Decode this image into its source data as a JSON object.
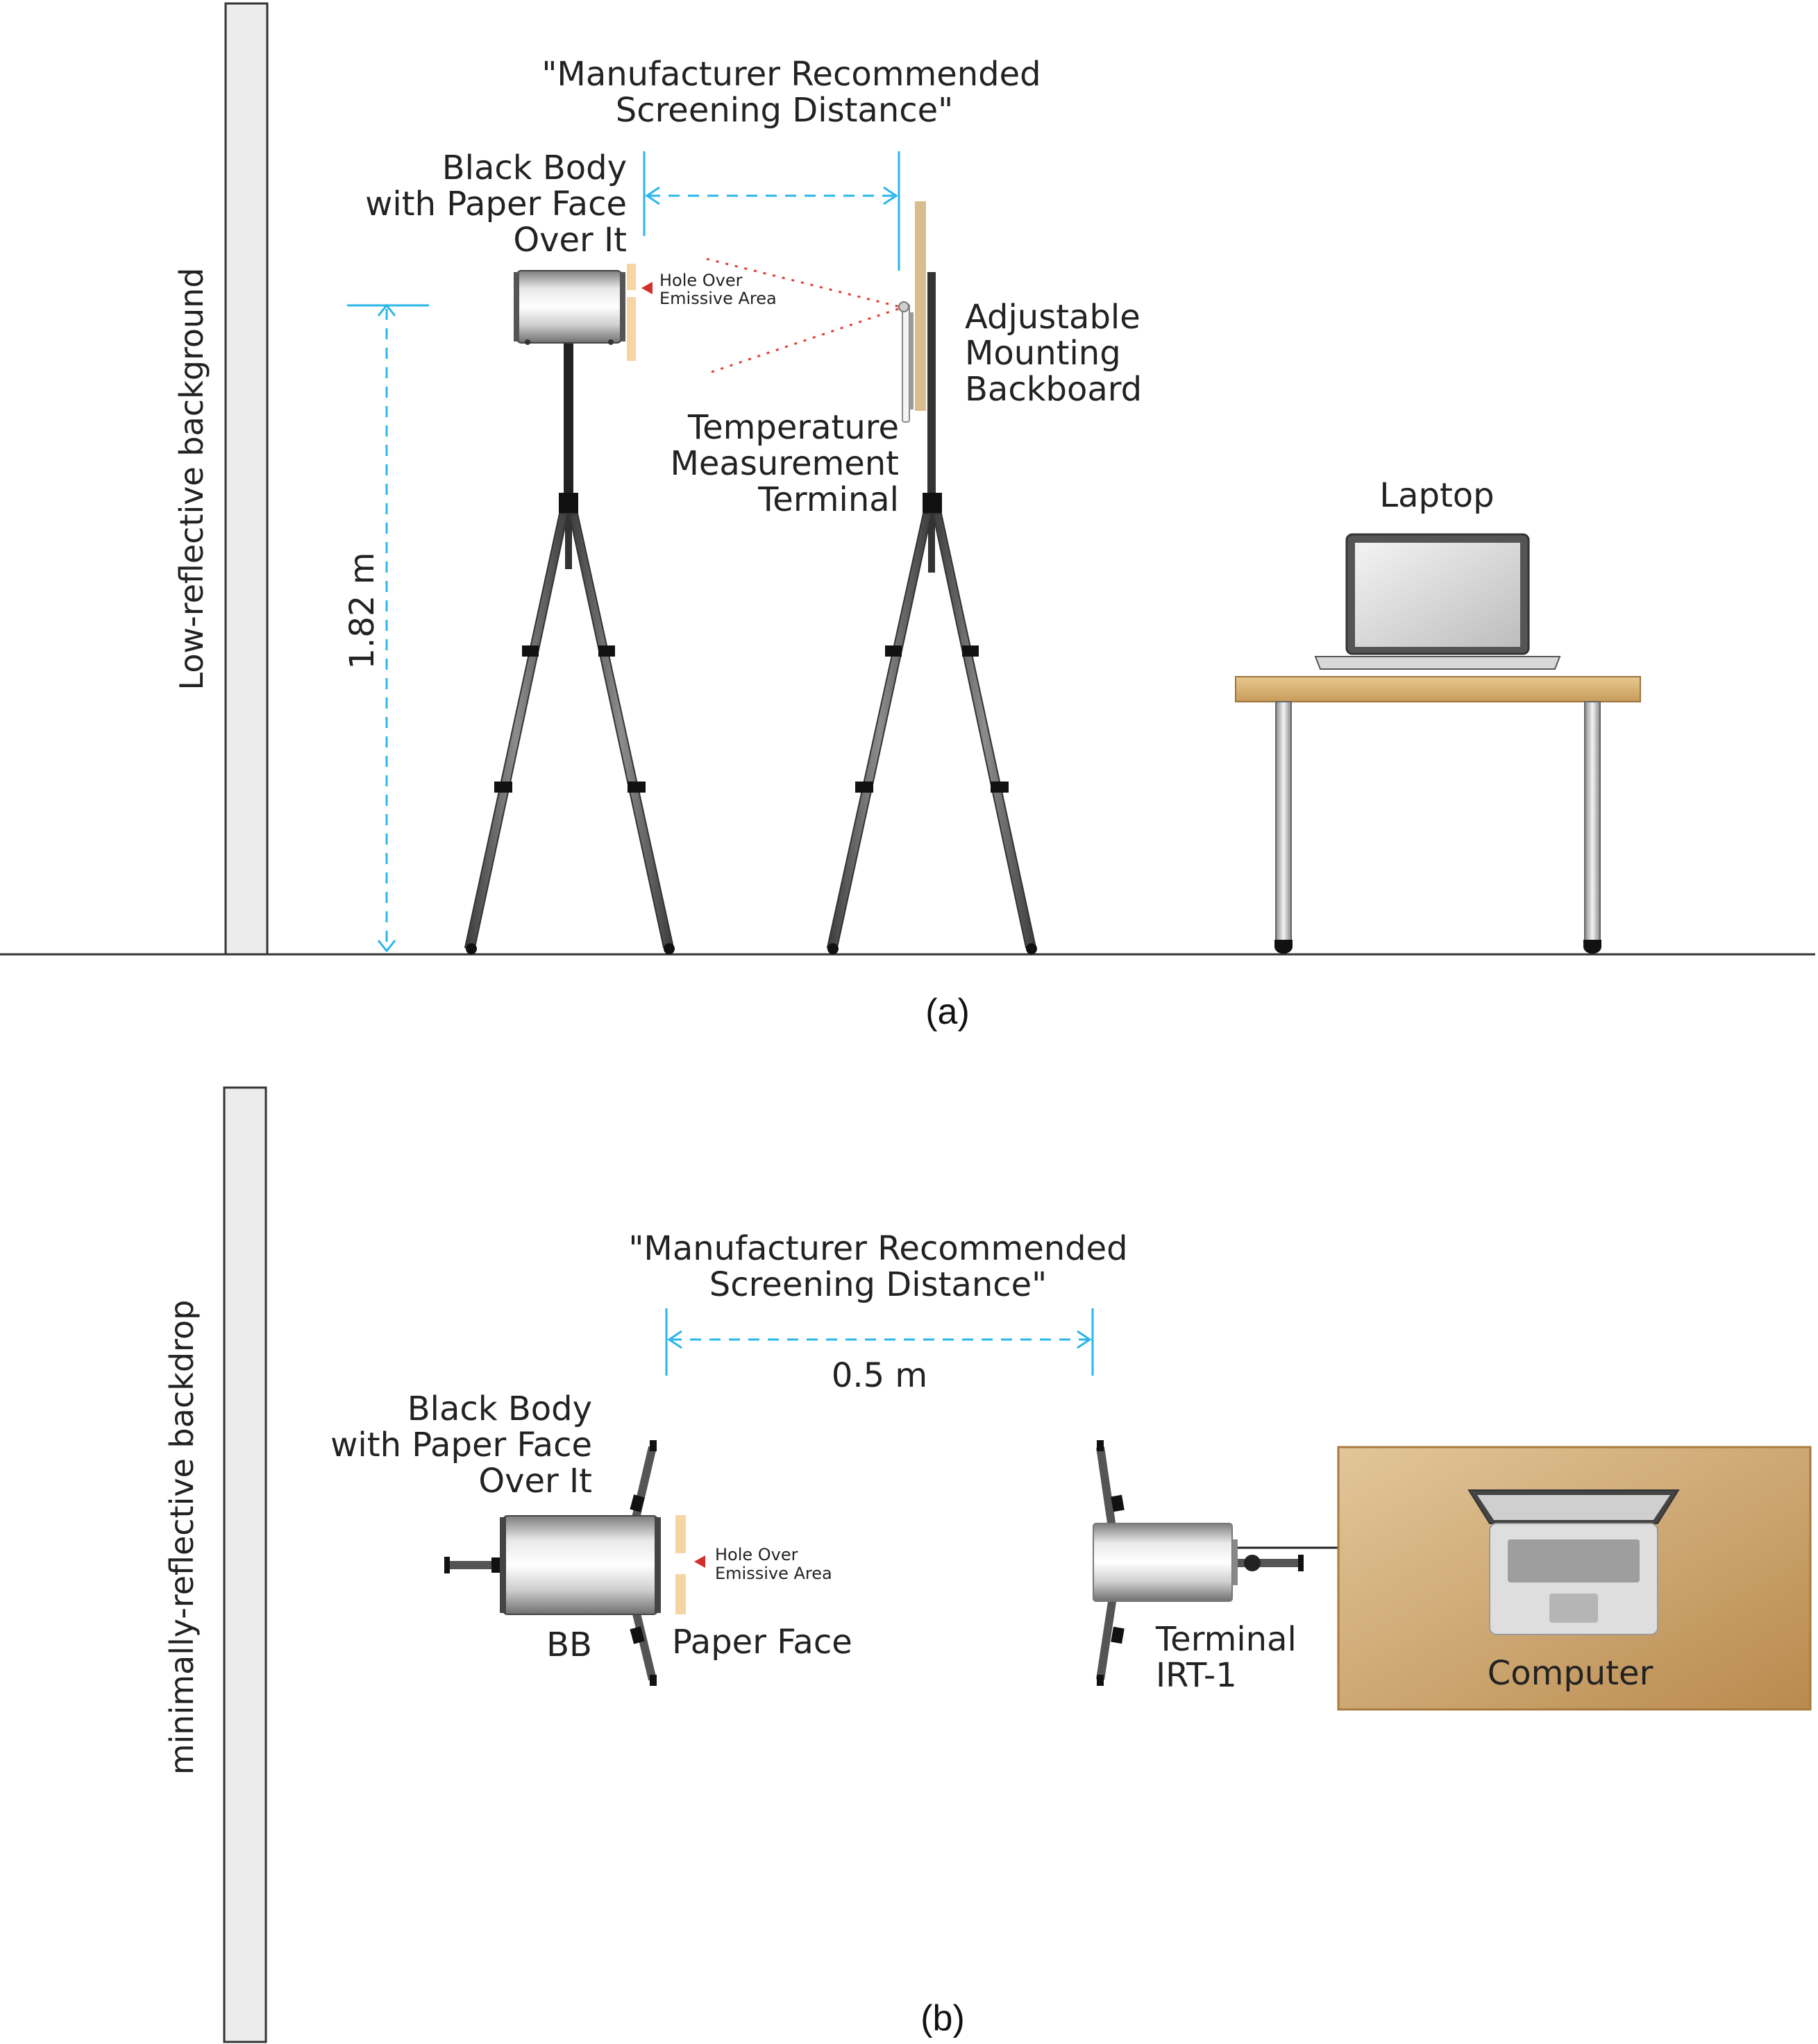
{
  "panel_a": {
    "wall_label": "Low-reflective background",
    "distance_title_1": "\"Manufacturer Recommended",
    "distance_title_2": "Screening Distance\"",
    "blackbody_1": "Black Body",
    "blackbody_2": "with Paper Face",
    "blackbody_3": "Over It",
    "hole_1": "Hole Over",
    "hole_2": "Emissive Area",
    "backboard_1": "Adjustable",
    "backboard_2": "Mounting",
    "backboard_3": "Backboard",
    "terminal_1": "Temperature",
    "terminal_2": "Measurement",
    "terminal_3": "Terminal",
    "height_label": "1.82 m",
    "laptop_label": "Laptop",
    "caption": "(a)"
  },
  "panel_b": {
    "wall_label": "minimally-reflective backdrop",
    "distance_title_1": "\"Manufacturer Recommended",
    "distance_title_2": "Screening Distance\"",
    "distance_value": "0.5 m",
    "blackbody_1": "Black Body",
    "blackbody_2": "with Paper Face",
    "blackbody_3": "Over It",
    "hole_1": "Hole Over",
    "hole_2": "Emissive Area",
    "bb_label": "BB",
    "paper_label": "Paper Face",
    "terminal_1": "Terminal",
    "terminal_2": "IRT-1",
    "computer_label": "Computer",
    "caption": "(b)"
  },
  "colors": {
    "dimension_line": "#29b6e8",
    "laser_dots": "#e53935",
    "hole_marker": "#d32f2f",
    "paper_face": "#f7d4a4",
    "backboard": "#d9bd8c",
    "wall_fill": "#ececec",
    "desk": "#c9995c"
  }
}
